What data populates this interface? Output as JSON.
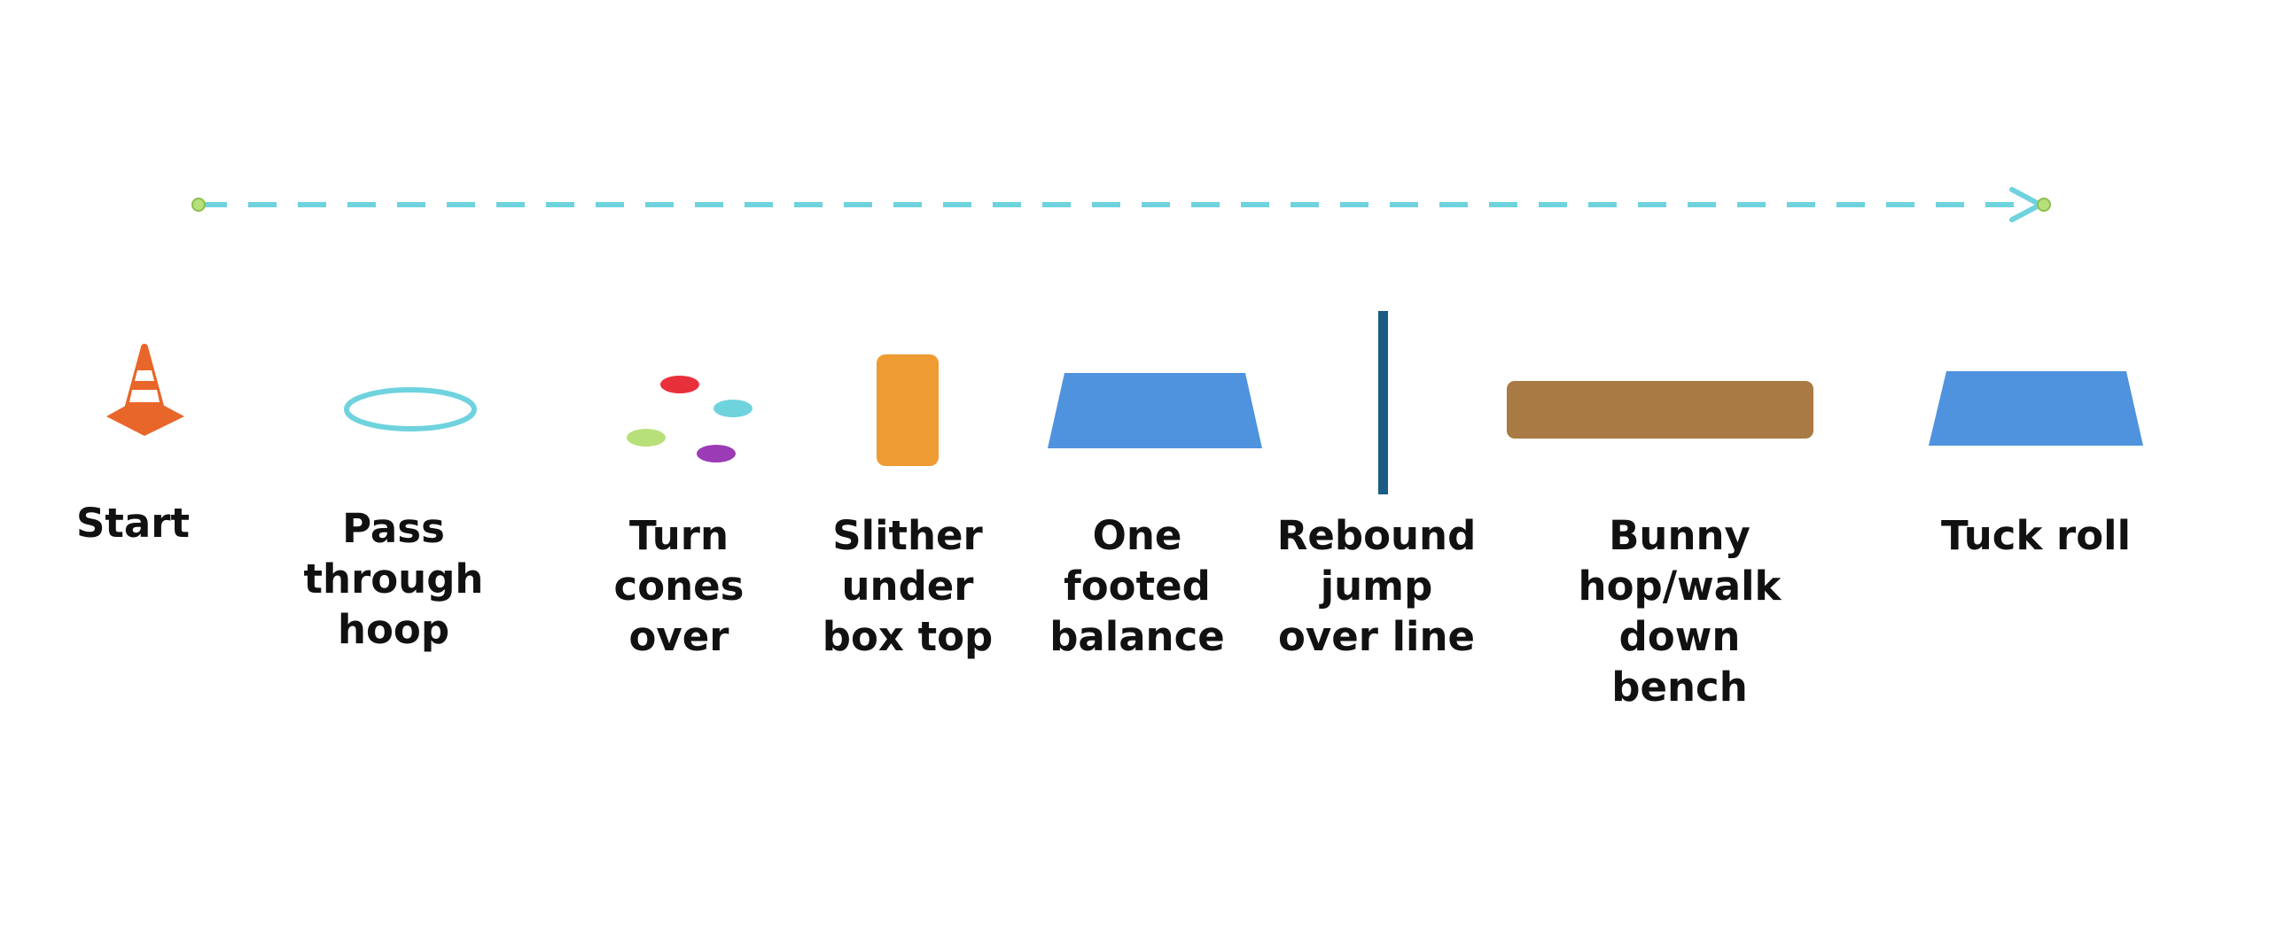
{
  "colors": {
    "background": "#ffffff",
    "arrow": "#6fd3de",
    "arrow_endpoint": "#b8e07a",
    "cone": "#e8662a",
    "hoop": "#6fd3de",
    "spot_red": "#e8303a",
    "spot_cyan": "#6fd3de",
    "spot_green": "#b8e07a",
    "spot_purple": "#9b3bb5",
    "box_top": "#ee9b34",
    "mat": "#4f93de",
    "line": "#1a5c86",
    "bench": "#a97a43",
    "text": "#111111"
  },
  "course": {
    "direction_arrow": "arrow",
    "stations": [
      {
        "id": "start",
        "label": "Start",
        "icon": "cone-icon"
      },
      {
        "id": "hoop",
        "label": "Pass\nthrough\nhoop",
        "icon": "hoop-icon"
      },
      {
        "id": "cones",
        "label": "Turn\ncones\nover",
        "icon": "spot-markers-icon"
      },
      {
        "id": "box",
        "label": "Slither\nunder\nbox top",
        "icon": "box-top-icon"
      },
      {
        "id": "balance",
        "label": "One\nfooted\nbalance",
        "icon": "mat-icon"
      },
      {
        "id": "rebound",
        "label": "Rebound\njump\nover line",
        "icon": "line-icon"
      },
      {
        "id": "bench",
        "label": "Bunny\nhop/walk\ndown\nbench",
        "icon": "bench-icon"
      },
      {
        "id": "tuck",
        "label": "Tuck roll",
        "icon": "mat-icon"
      }
    ]
  }
}
